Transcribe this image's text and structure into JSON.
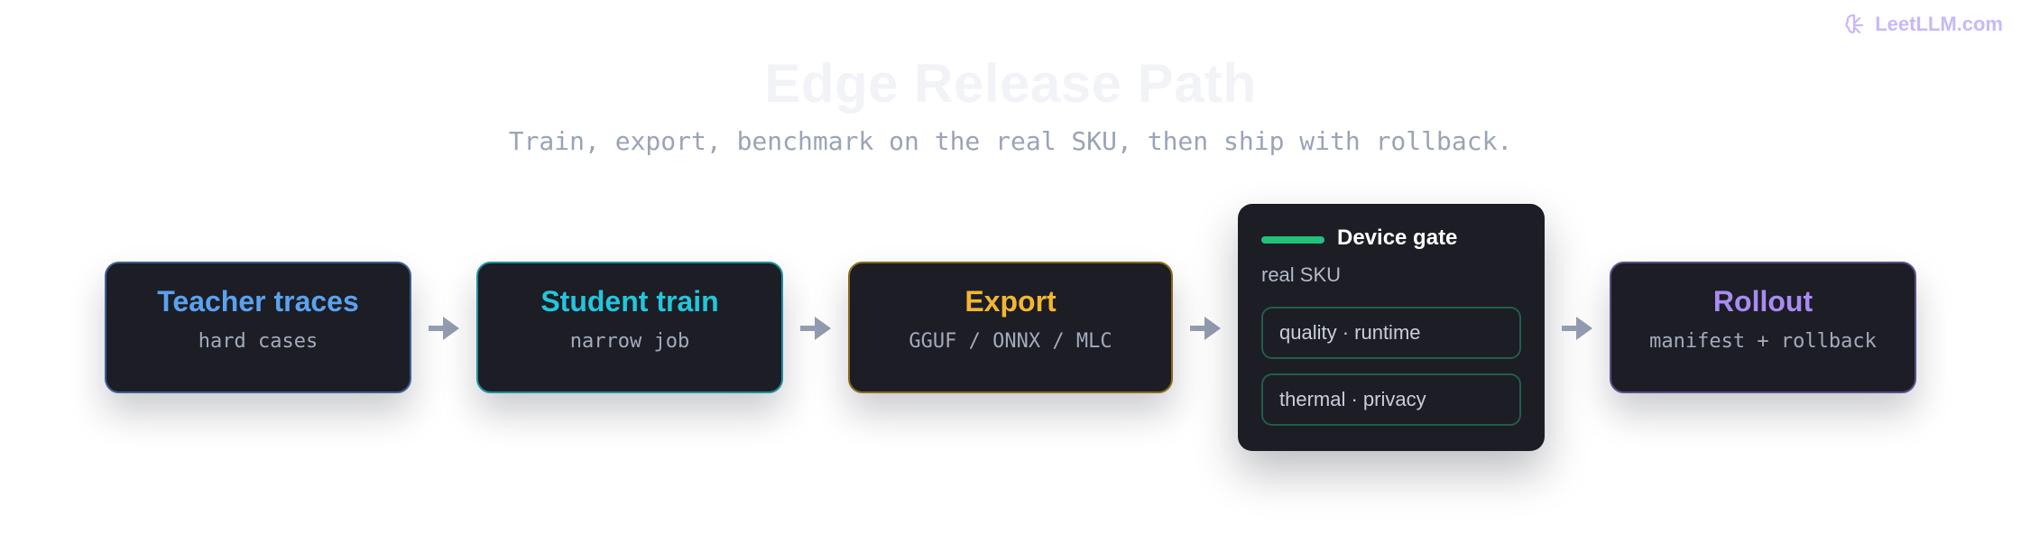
{
  "brand": {
    "label": "LeetLLM.com",
    "icon": "brain-icon",
    "color": "#c9b8f7"
  },
  "header": {
    "title": "Edge Release Path",
    "subtitle": "Train, export, benchmark on the real SKU, then ship with rollback."
  },
  "nodes": [
    {
      "name": "Teacher traces",
      "detail": "hard cases",
      "color": "#5aa2f0"
    },
    {
      "name": "Student train",
      "detail": "narrow job",
      "color": "#23c6dc"
    },
    {
      "name": "Export",
      "detail": "GGUF / ONNX / MLC",
      "color": "#f2b632"
    },
    {
      "name": "Rollout",
      "detail": "manifest + rollback",
      "color": "#a98bf2"
    }
  ],
  "gate": {
    "title": "Device gate",
    "subtitle": "real SKU",
    "accent": "#22c07a",
    "checks": [
      "quality · runtime",
      "thermal · privacy"
    ]
  },
  "arrow_color": "#939cb0"
}
